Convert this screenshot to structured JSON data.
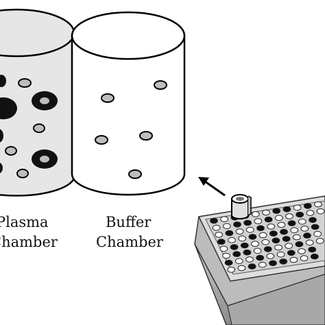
{
  "chambers": [
    {
      "id": "plasma",
      "label_line1": "Plasma",
      "label_line2": "Chamber",
      "fill": "#e6e6e6"
    },
    {
      "id": "buffer",
      "label_line1": "Buffer",
      "label_line2": "Chamber",
      "fill": "#ffffff"
    }
  ],
  "colors": {
    "outline": "#000000",
    "small_particle": "#bdbdbd",
    "large_particle": "#111111",
    "plate_top": "#dcdcdc",
    "plate_side": "#9e9e9e"
  },
  "icons": {
    "arrow": "arrow-up-left-icon",
    "insert": "dialysis-insert-icon",
    "plate": "well-plate-icon"
  }
}
